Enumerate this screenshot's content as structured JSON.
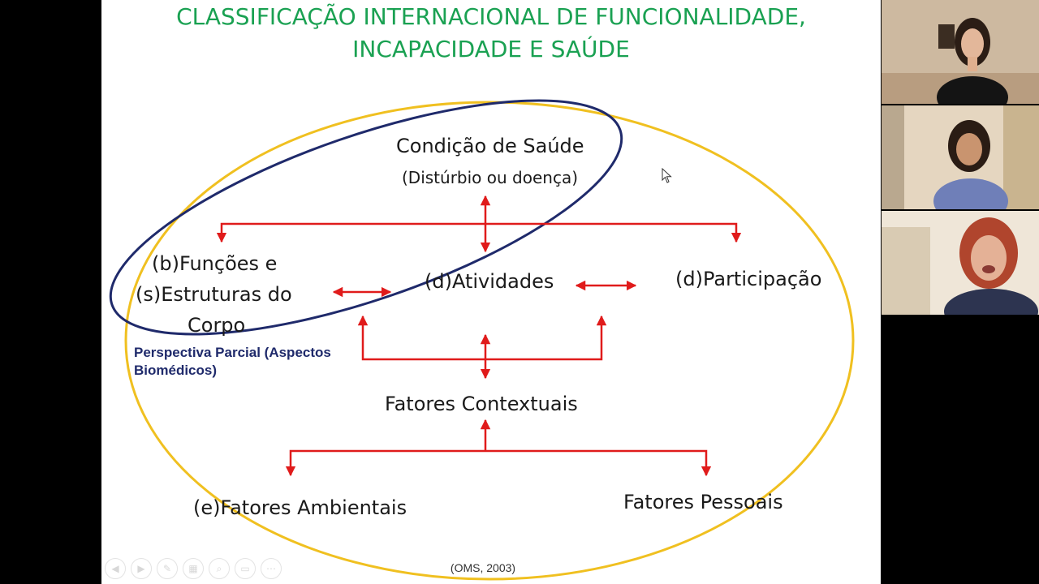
{
  "slide": {
    "title_line1": "CLASSIFICAÇÃO INTERNACIONAL DE FUNCIONALIDADE,",
    "title_line2": "INCAPACIDADE E SAÚDE",
    "diagram": {
      "condicao": "Condição de Saúde",
      "disturbio": "(Distúrbio ou doença)",
      "funcoes_line1": "(b)Funções e",
      "funcoes_line2": "(s)Estruturas do",
      "funcoes_line3": "Corpo",
      "atividades": "(d)Atividades",
      "participacao": "(d)Participação",
      "perspectiva": "Perspectiva Parcial (Aspectos Biomédicos)",
      "contextuais": "Fatores Contextuais",
      "ambientais": "(e)Fatores Ambientais",
      "pessoais": "Fatores Pessoais"
    },
    "citation": "(OMS, 2003)",
    "colors": {
      "title": "#1aa152",
      "arrows": "#e01b1b",
      "outer_ellipse": "#f0c020",
      "inner_ellipse": "#1f2a6b"
    }
  },
  "controls": [
    {
      "name": "previous-slide-icon",
      "glyph": "◀"
    },
    {
      "name": "next-slide-icon",
      "glyph": "▶"
    },
    {
      "name": "pen-icon",
      "glyph": "✎"
    },
    {
      "name": "slides-icon",
      "glyph": "▦"
    },
    {
      "name": "zoom-icon",
      "glyph": "⌕"
    },
    {
      "name": "subtitles-icon",
      "glyph": "▭"
    },
    {
      "name": "more-options-icon",
      "glyph": "⋯"
    }
  ],
  "video_participants": 3
}
